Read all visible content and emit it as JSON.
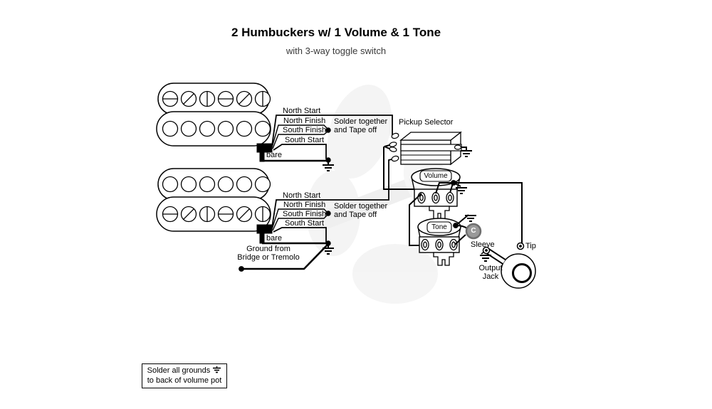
{
  "title": "2 Humbuckers w/ 1 Volume & 1 Tone",
  "subtitle": "with 3-way toggle switch",
  "pickup_wires": {
    "labels": [
      "North Start",
      "North Finish",
      "South Finish",
      "South Start",
      "bare"
    ]
  },
  "solder_note": {
    "line1": "Solder together",
    "line2": "and Tape off"
  },
  "selector": {
    "label": "Pickup Selector"
  },
  "volume_pot": {
    "label": "Volume"
  },
  "tone_pot": {
    "label": "Tone",
    "cap_label": "C"
  },
  "output_jack": {
    "sleeve": "Sleeve",
    "tip": "Tip",
    "line1": "Output",
    "line2": "Jack"
  },
  "bridge_ground": {
    "line1": "Ground from",
    "line2": "Bridge or Tremolo"
  },
  "note_box": {
    "line1": "Solder all grounds",
    "line2": "to back of volume pot"
  },
  "colors": {
    "wire": "#000000",
    "capacitor_fill": "#999999",
    "subtitle_text": "#3a3a3a"
  }
}
